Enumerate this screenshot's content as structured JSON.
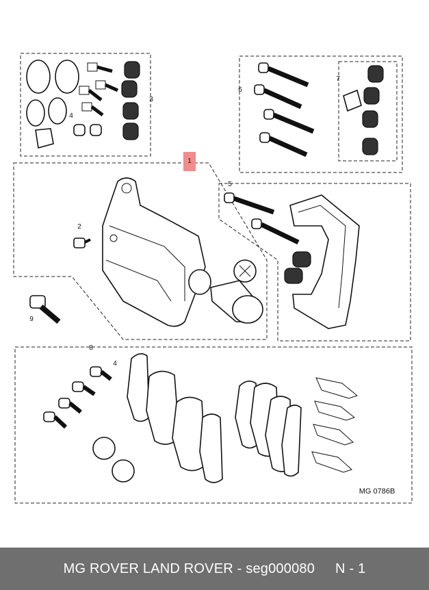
{
  "callouts": {
    "c1": "1",
    "c2": "2",
    "c3": "3",
    "c4a": "4",
    "c4b": "4",
    "c5": "5",
    "c6": "6",
    "c7": "7",
    "c8": "8",
    "c9": "9"
  },
  "drawing_ref": "MG 0786B",
  "footer": {
    "text": "MG ROVER LAND ROVER - seg000080",
    "page": "N - 1"
  },
  "colors": {
    "callout_highlight": "#f28b8b",
    "footer_bg": "#6f6f6f",
    "footer_text": "#ffffff"
  }
}
